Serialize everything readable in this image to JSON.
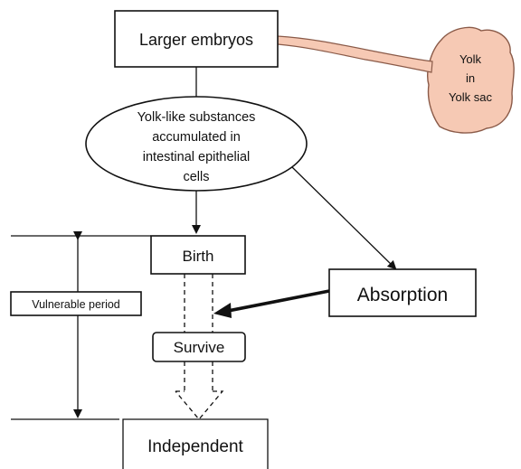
{
  "diagram": {
    "top_box": "Larger embryos",
    "yolk_sac": {
      "line1": "Yolk",
      "line2": "in",
      "line3": "Yolk sac"
    },
    "ellipse": {
      "line1": "Yolk-like substances",
      "line2": "accumulated in",
      "line3": "intestinal epithelial",
      "line4": "cells"
    },
    "birth": "Birth",
    "absorption": "Absorption",
    "survive": "Survive",
    "independent": "Independent",
    "vulnerable_period": "Vulnerable period"
  },
  "colors": {
    "yolk_fill": "#f6c9b4",
    "yolk_stroke": "#8a5a48",
    "stroke": "#111111"
  }
}
